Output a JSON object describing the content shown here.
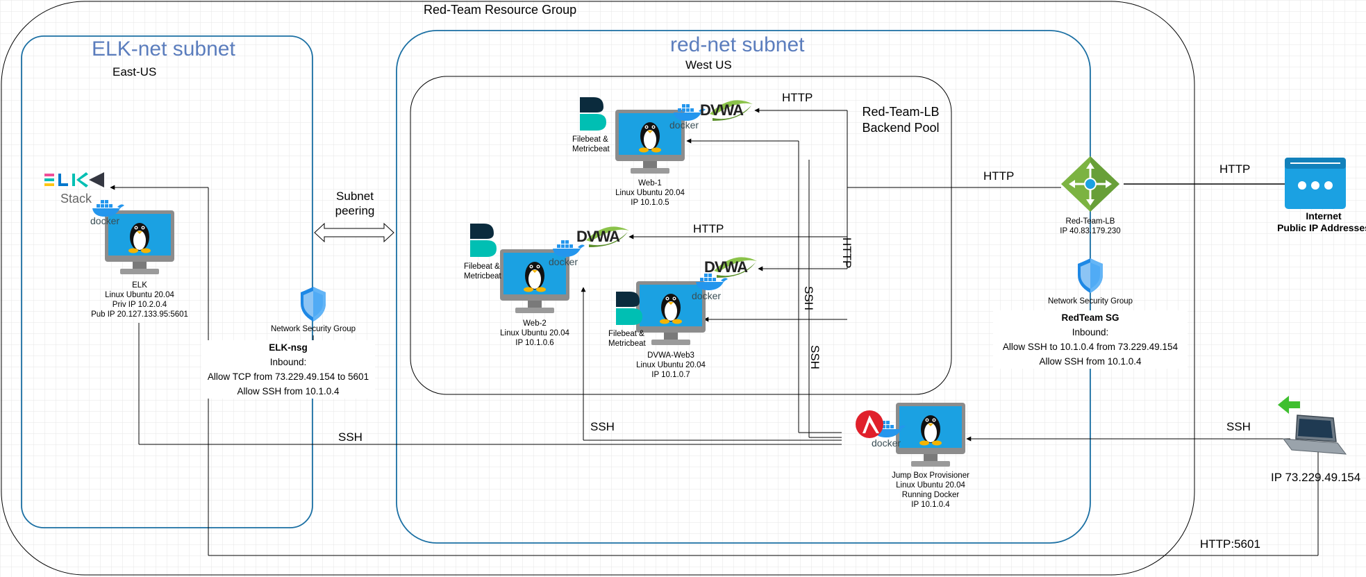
{
  "groups": {
    "resource_group": "Red-Team Resource Group",
    "elk_subnet": "ELK-net subnet",
    "elk_region": "East-US",
    "red_subnet": "red-net subnet",
    "red_region": "West US",
    "backend_pool": [
      "Red-Team-LB",
      "Backend Pool"
    ]
  },
  "nodes": {
    "web1": {
      "lines": [
        "Web-1",
        "Linux Ubuntu 20.04",
        "IP 10.1.0.5"
      ]
    },
    "web2": {
      "lines": [
        "Web-2",
        "Linux Ubuntu 20.04",
        "IP 10.1.0.6"
      ]
    },
    "web3": {
      "lines": [
        "DVWA-Web3",
        "Linux Ubuntu 20.04",
        "IP 10.1.0.7"
      ]
    },
    "elk": {
      "lines": [
        "ELK",
        "Linux Ubuntu 20.04",
        "Priv IP 10.2.0.4",
        "Pub IP 20.127.133.95:5601"
      ],
      "logo_text": "Stack"
    },
    "jumpbox": {
      "lines": [
        "Jump Box Provisioner",
        "Linux Ubuntu 20.04",
        "Running Docker",
        "IP 10.1.0.4"
      ]
    },
    "lb": {
      "lines": [
        "Red-Team-LB",
        "IP 40.83.179.230"
      ]
    },
    "internet": {
      "lines": [
        "Internet",
        "Public IP Addresses"
      ]
    },
    "workstation": {
      "label": "IP 73.229.49.154"
    },
    "beats_label": [
      "Filebeat &",
      "Metricbeat"
    ],
    "dvwa_label": "DVWA",
    "docker_label": "docker"
  },
  "security_groups": {
    "elk_nsg": {
      "type": "Network Security Group",
      "name": "ELK-nsg",
      "heading": "Inbound:",
      "rules": [
        "Allow TCP from 73.229.49.154 to 5601",
        "Allow SSH from 10.1.0.4"
      ]
    },
    "red_sg": {
      "type": "Network Security Group",
      "name": "RedTeam SG",
      "heading": "Inbound:",
      "rules": [
        "Allow SSH to 10.1.0.4 from 73.229.49.154",
        "Allow SSH from 10.1.0.4"
      ]
    }
  },
  "edges": {
    "subnet_peering": [
      "Subnet",
      "peering"
    ],
    "http_web1": "HTTP",
    "http_web2": "HTTP",
    "http_web3": "HTTP",
    "http_lb": "HTTP",
    "http_internet": "HTTP",
    "ssh_web_a": "SSH",
    "ssh_web_b": "SSH",
    "ssh_web2": "SSH",
    "ssh_elk": "SSH",
    "ssh_workstation": "SSH",
    "http_5601": "HTTP:5601"
  },
  "colors": {
    "subnet_border": "#1a6fa3",
    "title_text": "#5b7dbd",
    "monitor_screen": "#1ba1e2",
    "monitor_frame": "#8c8c8c",
    "lb_green": "#7cb342",
    "shield_blue": "#1e88e5",
    "internet_blue": "#1ba1e2",
    "ansible_red": "#e0202b",
    "arrow_green": "#3fbf2f",
    "docker_blue": "#2496ed",
    "elastic_teal": "#00bfb3"
  }
}
